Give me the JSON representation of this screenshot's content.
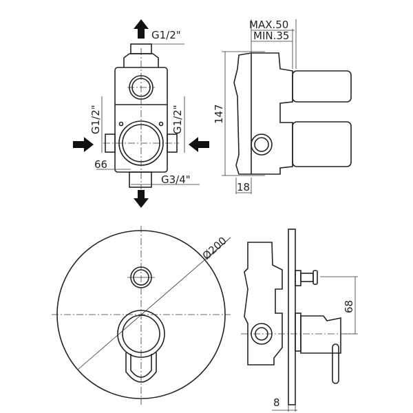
{
  "front_view": {
    "top_outlet": "G1/2\"",
    "left_inlet": "G1/2\"",
    "right_inlet": "G1/2\"",
    "width_dim": "66",
    "bottom_outlet": "G3/4\""
  },
  "side_view": {
    "max_depth": "MAX.50",
    "min_depth": "MIN.35",
    "height_dim": "147",
    "offset_dim": "18"
  },
  "plate_view": {
    "diameter": "Ø200"
  },
  "plate_side_view": {
    "spacing_dim": "68",
    "plate_thickness": "8"
  }
}
